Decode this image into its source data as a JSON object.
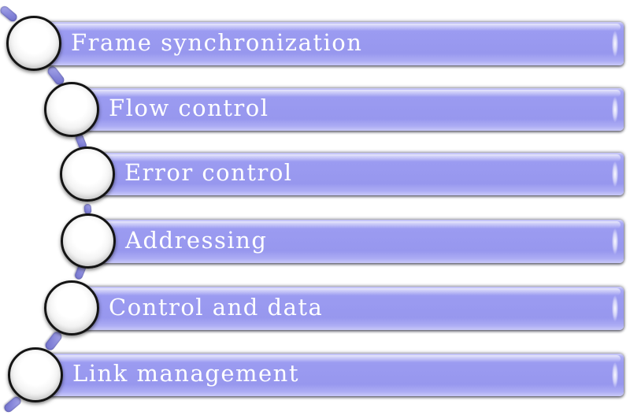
{
  "diagram": {
    "type": "vertical-list-smartart",
    "items": [
      {
        "label": "Frame synchronization"
      },
      {
        "label": "Flow control"
      },
      {
        "label": "Error control"
      },
      {
        "label": "Addressing"
      },
      {
        "label": "Control and data"
      },
      {
        "label": "Link management"
      }
    ],
    "colors": {
      "bar_fill": "#9999f0",
      "bar_edge_highlight": "#ffffff",
      "connector_dash": "#8383d8",
      "label_text": "#ffffff",
      "bullet_fill": "#ffffff",
      "bullet_border": "#141414",
      "background": "#ffffff"
    }
  }
}
